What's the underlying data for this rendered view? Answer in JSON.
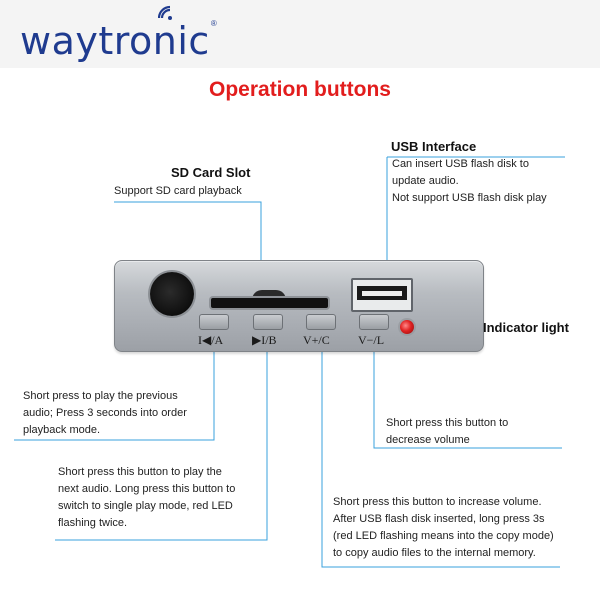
{
  "brand": {
    "logo_text": "waytronic",
    "registered_mark": "®",
    "logo_color": "#1f3b8f"
  },
  "title": {
    "text": "Operation buttons",
    "color": "#e21d1d"
  },
  "callouts": {
    "sd_card": {
      "title": "SD Card Slot",
      "description": "Support SD card playback"
    },
    "usb": {
      "title": "USB Interface",
      "line1": "Can insert USB flash disk to",
      "line2": "update audio.",
      "line3": "Not support USB flash disk play"
    },
    "indicator": {
      "title": "Indicator light"
    },
    "prev": {
      "line1": "Short press to play the previous",
      "line2": "audio; Press 3 seconds into order",
      "line3": "playback mode."
    },
    "next": {
      "line1": "Short press this button to play the",
      "line2": "next audio. Long press this button to",
      "line3": "switch to single play mode, red LED",
      "line4": "flashing twice."
    },
    "vol_up": {
      "line1": "Short press this button to increase volume.",
      "line2": "After USB flash disk inserted, long press 3s",
      "line3": "(red LED flashing means into the copy mode)",
      "line4": "to copy audio files to the internal memory."
    },
    "vol_down": {
      "line1": "Short press this button to",
      "line2": "decrease volume"
    }
  },
  "panel": {
    "buttons": [
      {
        "label": "I◀/A",
        "icon": "previous-track-icon"
      },
      {
        "label": "▶I/B",
        "icon": "next-track-icon"
      },
      {
        "label": "V+/C",
        "icon": "volume-up-icon"
      },
      {
        "label": "V−/L",
        "icon": "volume-down-icon"
      }
    ],
    "led_color": "#e02222",
    "leader_line_color": "#3aa0dc"
  }
}
